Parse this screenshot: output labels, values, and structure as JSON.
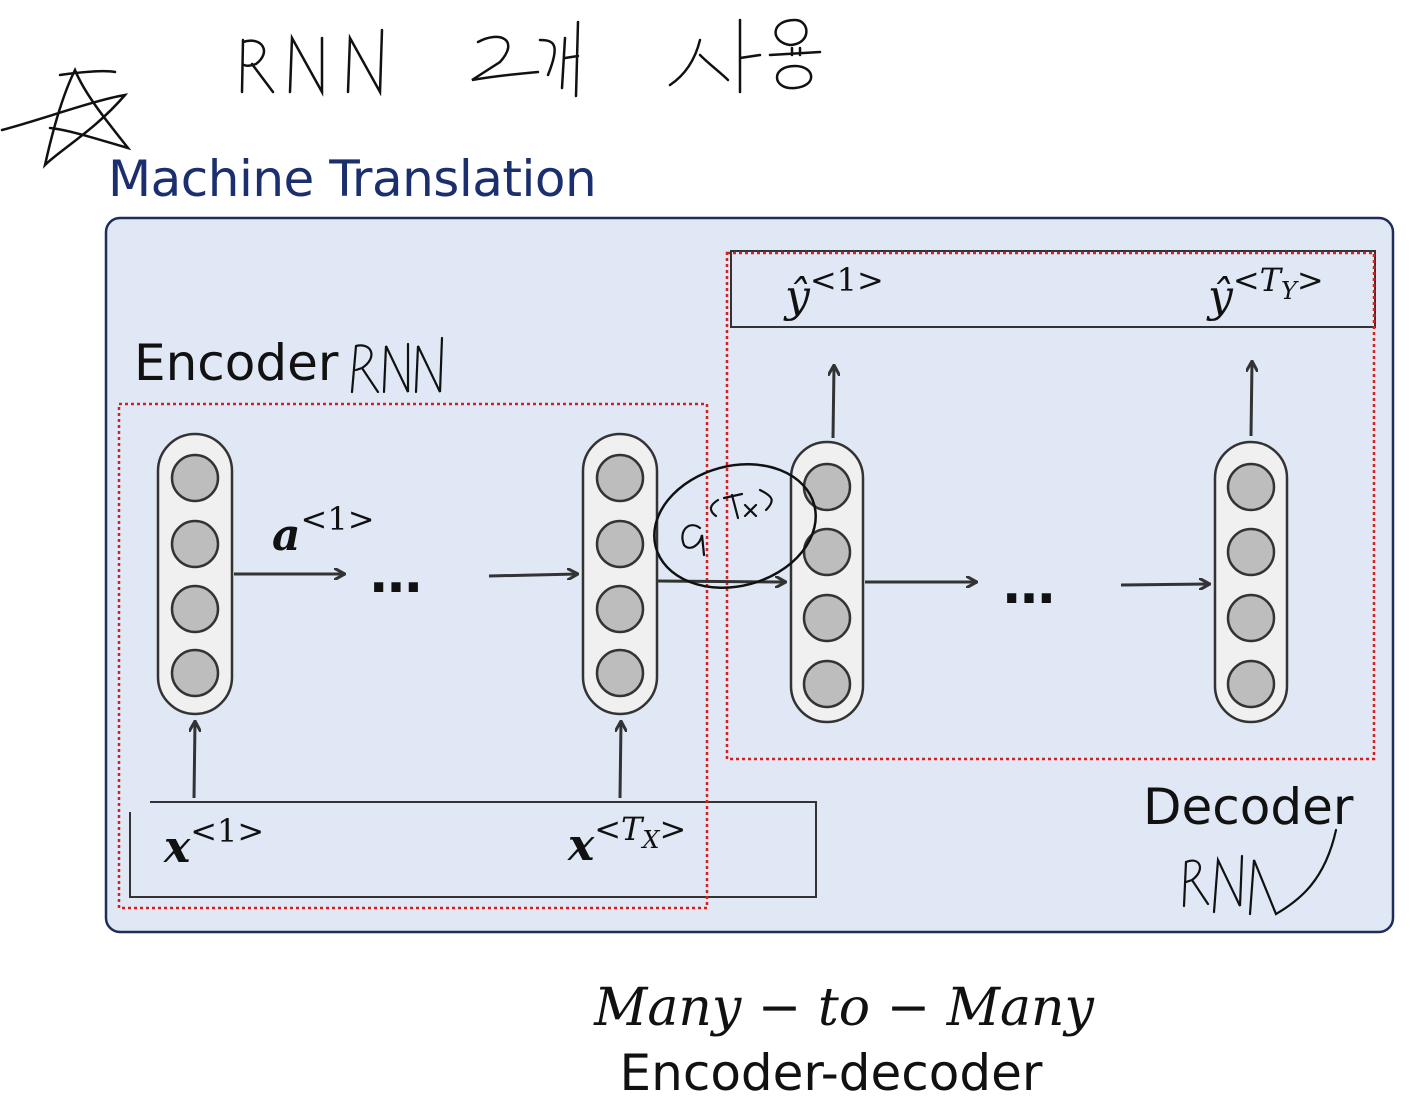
{
  "title": "Machine Translation",
  "annotations": {
    "top_note": "RNN 2개 사용",
    "encoder_note": "RNN",
    "decoder_note": "RNN",
    "context_note": "a<Tx>"
  },
  "encoder": {
    "label": "Encoder",
    "hidden_label": "a<1>",
    "ellipsis": "…",
    "inputs": [
      "x<1>",
      "x<Tx>"
    ]
  },
  "decoder": {
    "label": "Decoder",
    "ellipsis": "…",
    "outputs": [
      "ŷ<1>",
      "ŷ<Ty>"
    ]
  },
  "caption": {
    "math": "Many − to − Many",
    "subtitle": "Encoder-decoder"
  },
  "colors": {
    "title": "#1b2f6e",
    "panel_fill": "#dfe8f4",
    "panel_border": "#1f2d5a",
    "dashed_box": "#d81f1f",
    "unit_fill": "#f0f0f0",
    "circle_fill": "#bdbdbd"
  }
}
